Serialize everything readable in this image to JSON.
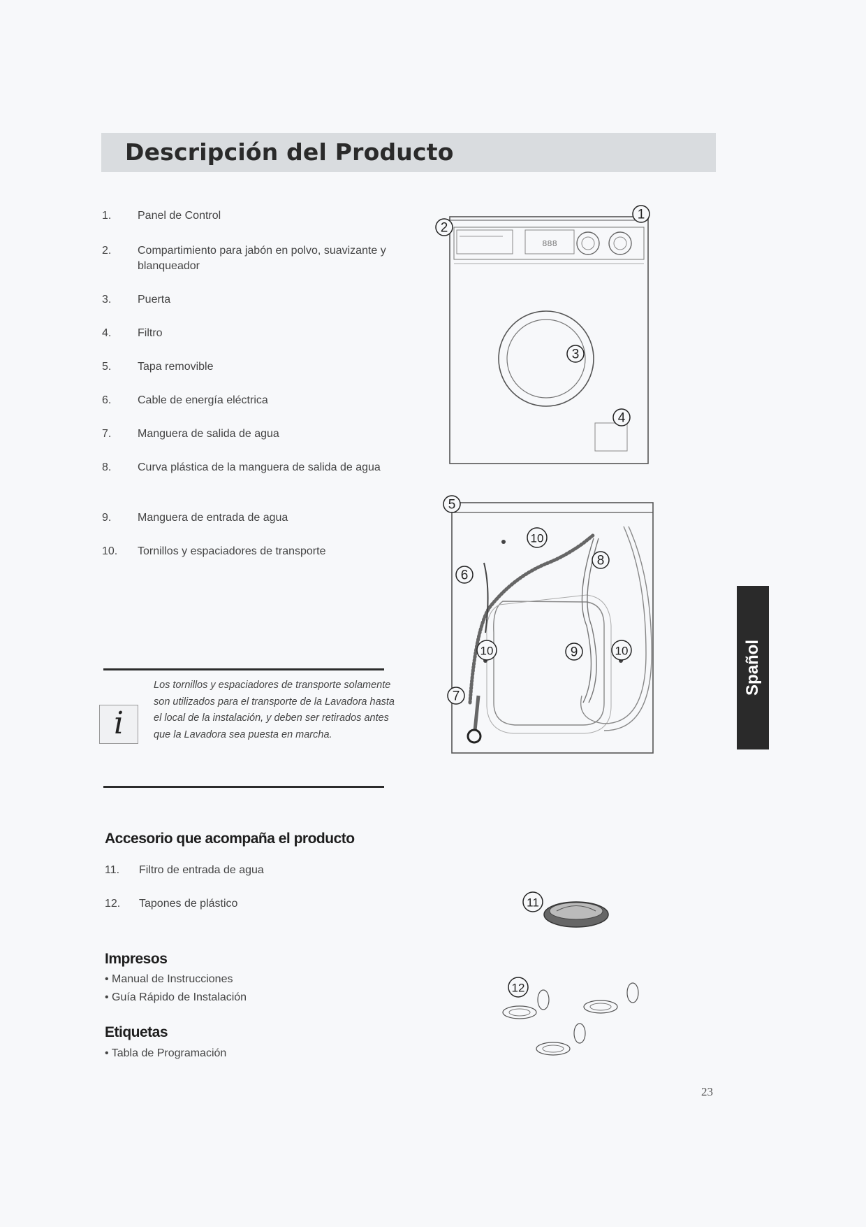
{
  "header": {
    "title": "Descripción del Producto"
  },
  "parts": [
    {
      "num": "1.",
      "text": "Panel de Control"
    },
    {
      "num": "2.",
      "text": "Compartimiento para jabón en polvo, suavizante y blanqueador"
    },
    {
      "num": "3.",
      "text": "Puerta"
    },
    {
      "num": "4.",
      "text": "Filtro"
    },
    {
      "num": "5.",
      "text": "Tapa removible"
    },
    {
      "num": "6.",
      "text": "Cable de energía eléctrica"
    },
    {
      "num": "7.",
      "text": "Manguera de salida de agua"
    },
    {
      "num": "8.",
      "text": "Curva plástica de la manguera de salida de agua"
    },
    {
      "num": "9.",
      "text": "Manguera de entrada de agua"
    },
    {
      "num": "10.",
      "text": "Tornillos y espaciadores de transporte"
    }
  ],
  "note": {
    "icon": "i",
    "text": "Los tornillos y espaciadores de transporte solamente son utilizados para el transporte de la Lavadora hasta el local de la instalación, y deben ser retirados antes que la Lavadora sea puesta en marcha."
  },
  "accessories": {
    "title": "Accesorio que acompaña el producto",
    "items": [
      {
        "num": "11.",
        "text": "Filtro de entrada de agua"
      },
      {
        "num": "12.",
        "text": "Tapones de plástico"
      }
    ]
  },
  "printed": {
    "title": "Impresos",
    "items": [
      "• Manual de Instrucciones",
      "• Guía Rápido de Instalación"
    ]
  },
  "labels": {
    "title": "Etiquetas",
    "items": [
      "• Tabla de Programación"
    ]
  },
  "side_tab": {
    "text": "Spañol"
  },
  "page_number": "23",
  "figures": {
    "front_callouts": [
      "1",
      "2",
      "3",
      "4"
    ],
    "display_text": "888",
    "back_callouts": [
      "5",
      "6",
      "7",
      "8",
      "9",
      "10",
      "10",
      "10"
    ],
    "accessory_callouts": [
      "11",
      "12"
    ]
  },
  "icons": {
    "note": "info-icon",
    "washer_front": "washing-machine-front-icon",
    "washer_back": "washing-machine-back-icon",
    "filter": "water-filter-icon",
    "caps": "plastic-caps-icon"
  }
}
